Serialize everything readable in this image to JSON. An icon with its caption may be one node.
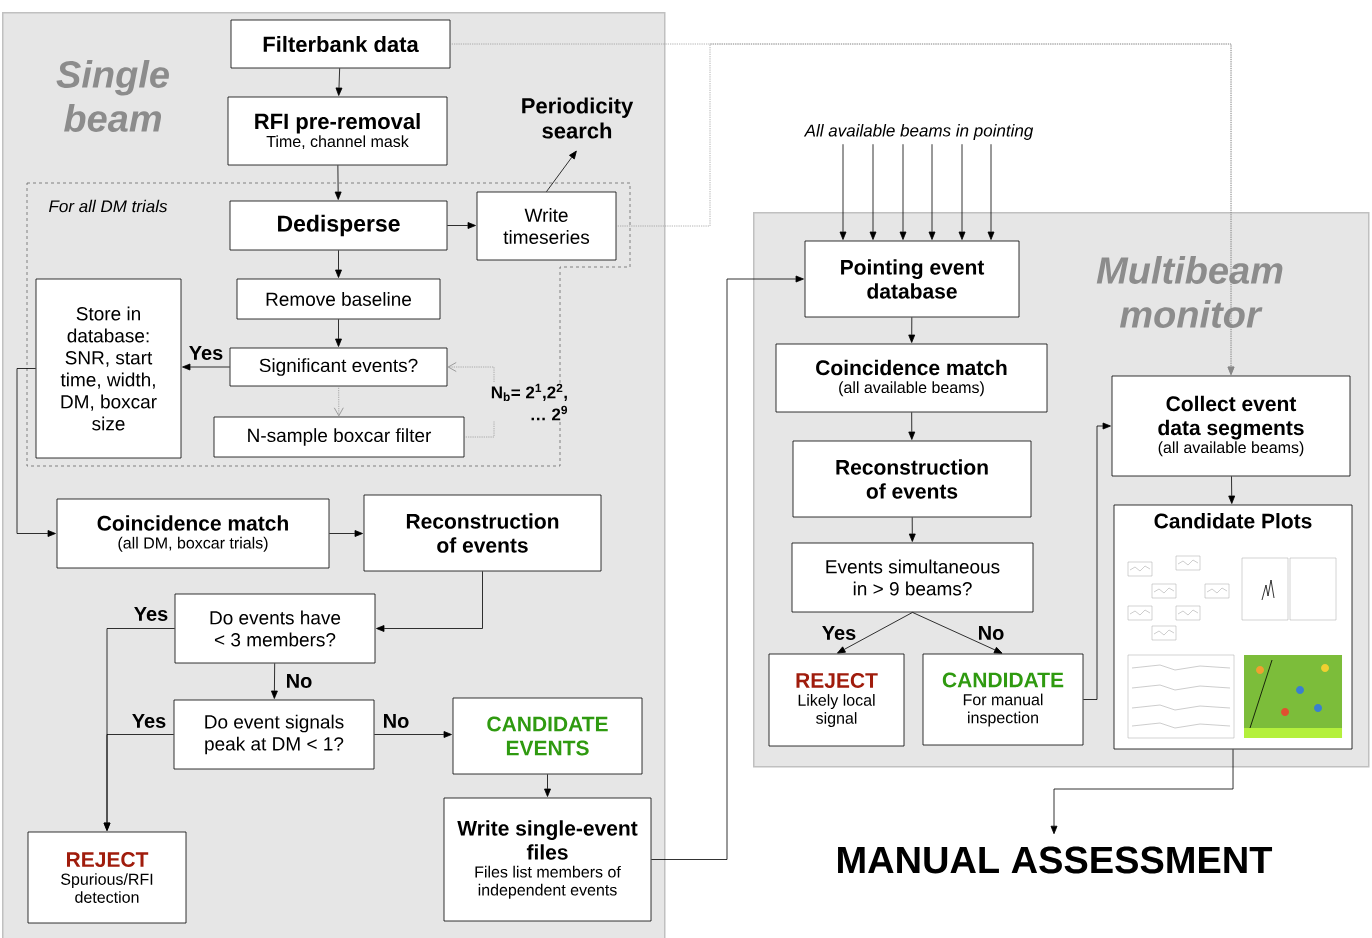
{
  "diagram": {
    "nodes": [
      {
        "text": [
          "Single beam"
        ]
      },
      {
        "text": [
          "For all DM trials"
        ],
        "in": 0
      },
      {
        "text": [
          "Filterbank data"
        ],
        "in": 0
      },
      {
        "text": [
          "RFI pre-removal",
          "Time, channel mask"
        ],
        "in": 0
      },
      {
        "text": [
          "Periodicity search"
        ],
        "in": 0
      },
      {
        "text": [
          "Dedisperse"
        ],
        "in": 1
      },
      {
        "text": [
          "Write timeseries"
        ],
        "in": 1
      },
      {
        "text": [
          "Remove baseline"
        ],
        "in": 1
      },
      {
        "text": [
          "Store in database: SNR, start time, width, DM, boxcar size"
        ],
        "in": 1
      },
      {
        "text": [
          "Significant events?"
        ],
        "in": 1
      },
      {
        "text": [
          "N-sample boxcar filter"
        ],
        "in": 1
      },
      {
        "text": [
          "Coincidence match",
          "(all DM, boxcar trials)"
        ],
        "in": 0
      },
      {
        "text": [
          "Reconstruction of events"
        ],
        "in": 0
      },
      {
        "text": [
          "Do events have < 3 members?"
        ],
        "in": 0
      },
      {
        "text": [
          "Do event signals peak at DM < 1?"
        ],
        "in": 0
      },
      {
        "text": [
          "REJECT",
          "Spurious/RFI detection"
        ],
        "in": 0
      },
      {
        "text": [
          "CANDIDATE EVENTS"
        ],
        "in": 0
      },
      {
        "text": [
          "Write single-event files",
          "Files list members of independent events"
        ],
        "in": 0
      },
      {
        "text": [
          "All available beams in pointing"
        ]
      },
      {
        "text": [
          "Multibeam monitor"
        ]
      },
      {
        "text": [
          "Pointing event database"
        ],
        "in": 19
      },
      {
        "text": [
          "Coincidence match",
          "(all available beams)"
        ],
        "in": 19
      },
      {
        "text": [
          "Reconstruction of events"
        ],
        "in": 19
      },
      {
        "text": [
          "Events simultaneous in > 9 beams?"
        ],
        "in": 19
      },
      {
        "text": [
          "REJECT",
          "Likely local signal"
        ],
        "in": 19
      },
      {
        "text": [
          "CANDIDATE",
          "For manual inspection"
        ],
        "in": 19
      },
      {
        "text": [
          "Collect event data segments",
          "(all available beams)"
        ],
        "in": 19
      },
      {
        "text": [
          "Candidate Plots"
        ],
        "in": 19
      },
      {
        "text": [
          "MANUAL ASSESSMENT"
        ]
      }
    ],
    "edges": [
      {
        "from": 2,
        "to": 3,
        "arrow": "to"
      },
      {
        "from": 3,
        "to": 5,
        "arrow": "to"
      },
      {
        "from": 6,
        "to": 4,
        "arrow": "to"
      },
      {
        "from": 5,
        "to": 6,
        "arrow": "to"
      },
      {
        "from": 5,
        "to": 7,
        "arrow": "to"
      },
      {
        "from": 7,
        "to": 9,
        "arrow": "to"
      },
      {
        "from": 9,
        "to": 8,
        "arrow": "to",
        "label": "Yes"
      },
      {
        "from": 9,
        "to": 10,
        "arrow": "to",
        "style": "dashed",
        "color": "#888888"
      },
      {
        "from": 10,
        "to": 9,
        "arrow": "to",
        "style": "dashed",
        "color": "#888888",
        "label": "N$_{b}$= 2$^{1}$,2$^{2}$, … 2$^{9}$"
      },
      {
        "from": 8,
        "to": 11,
        "arrow": "to"
      },
      {
        "from": 11,
        "to": 12,
        "arrow": "to"
      },
      {
        "from": 12,
        "to": 13,
        "arrow": "to"
      },
      {
        "from": 13,
        "to": 15,
        "arrow": "to",
        "label": "Yes"
      },
      {
        "from": 13,
        "to": 14,
        "arrow": "to",
        "label": "No"
      },
      {
        "from": 14,
        "to": 15,
        "arrow": "to",
        "label": "Yes"
      },
      {
        "from": 14,
        "to": 16,
        "arrow": "to",
        "label": "No"
      },
      {
        "from": 16,
        "to": 17,
        "arrow": "to"
      },
      {
        "from": 17,
        "to": 20,
        "arrow": "to"
      },
      {
        "from": 2,
        "to": 26,
        "arrow": "to",
        "style": "dashed",
        "color": "#888888"
      },
      {
        "from": 6,
        "to": 26,
        "arrow": "to",
        "style": "dashed",
        "color": "#888888"
      },
      {
        "from": 18,
        "to": 20,
        "arrow": "to"
      },
      {
        "from": 18,
        "to": 20,
        "arrow": "to"
      },
      {
        "from": 18,
        "to": 20,
        "arrow": "to"
      },
      {
        "from": 18,
        "to": 20,
        "arrow": "to"
      },
      {
        "from": 18,
        "to": 20,
        "arrow": "to"
      },
      {
        "from": 18,
        "to": 20,
        "arrow": "to"
      },
      {
        "from": 20,
        "to": 21,
        "arrow": "to"
      },
      {
        "from": 21,
        "to": 22,
        "arrow": "to"
      },
      {
        "from": 22,
        "to": 23,
        "arrow": "to"
      },
      {
        "from": 23,
        "to": 24,
        "arrow": "to",
        "label": "Yes"
      },
      {
        "from": 23,
        "to": 25,
        "arrow": "to",
        "label": "No"
      },
      {
        "from": 25,
        "to": 26,
        "arrow": "to"
      },
      {
        "from": 26,
        "to": 27,
        "arrow": "to"
      },
      {
        "from": 27,
        "to": 28,
        "arrow": "to"
      }
    ]
  }
}
